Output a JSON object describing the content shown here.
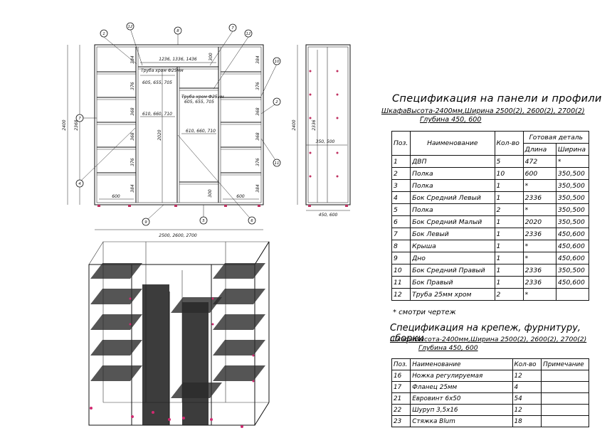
{
  "drawing": {
    "front": {
      "dims": {
        "top_widths": "1236, 1336, 1436",
        "top_height_300": "300",
        "tube_label_1": "Труба хром Ф25мм",
        "tube_widths_1": "605, 655, 705",
        "tube_label_2": "Труба хром Ф25мм",
        "tube_widths_2": "605, 655, 705",
        "shelf_widths_1": "610, 660, 710",
        "shelf_widths_2": "610, 660, 710",
        "height_2020": "2020",
        "height_2400": "2400",
        "height_2368": "2368",
        "left_shelf": "600",
        "right_shelf": "600",
        "bottom_300": "300",
        "total_width": "2500, 2600, 2700",
        "v384a": "384",
        "v376a": "376",
        "v368a": "368",
        "v368b": "368",
        "v376b": "376",
        "v384b": "384",
        "r384a": "384",
        "r376a": "376",
        "r368a": "368",
        "r368b": "368",
        "r376b": "376",
        "r384b": "384"
      },
      "callouts": [
        "1",
        "12",
        "8",
        "7",
        "12",
        "10",
        "7",
        "2",
        "4",
        "11",
        "9",
        "5",
        "6"
      ]
    },
    "side": {
      "dims": {
        "height_2400": "2400",
        "height_2336": "2336",
        "depth_350_500": "350, 500",
        "depth_450_600": "450, 600"
      }
    }
  },
  "spec1": {
    "title": "Спецификация на панели и профили",
    "subtitle": "ШкафаВысота-2400мм,Ширина 2500(2), 2600(2), 2700(2)",
    "subtitle2": "Глубина 450, 600",
    "headers": {
      "pos": "Поз.",
      "name": "Наименование",
      "qty": "Кол-во",
      "ready": "Готовая деталь",
      "length": "Длина",
      "width": "Ширина"
    },
    "rows": [
      [
        "1",
        "ДВП",
        "5",
        "472",
        "*"
      ],
      [
        "2",
        "Полка",
        "10",
        "600",
        "350,500"
      ],
      [
        "3",
        "Полка",
        "1",
        "*",
        "350,500"
      ],
      [
        "4",
        "Бок Средний Левый",
        "1",
        "2336",
        "350,500"
      ],
      [
        "5",
        "Полка",
        "2",
        "*",
        "350,500"
      ],
      [
        "6",
        "Бок Средний Малый",
        "1",
        "2020",
        "350,500"
      ],
      [
        "7",
        "Бок Левый",
        "1",
        "2336",
        "450,600"
      ],
      [
        "8",
        "Крыша",
        "1",
        "*",
        "450,600"
      ],
      [
        "9",
        "Дно",
        "1",
        "*",
        "450,600"
      ],
      [
        "10",
        "Бок Средний Правый",
        "1",
        "2336",
        "350,500"
      ],
      [
        "11",
        "Бок Правый",
        "1",
        "2336",
        "450,600"
      ],
      [
        "12",
        "Труба 25мм хром",
        "2",
        "*",
        ""
      ]
    ],
    "note": "*  смотри чертеж"
  },
  "spec2": {
    "title": "Спецификация на крепеж, фурнитуру, сборки",
    "subtitle": "ШкафаВысота-2400мм,Ширина 2500(2), 2600(2), 2700(2)",
    "subtitle2": "Глубина 450, 600",
    "headers": {
      "pos": "Поз.",
      "name": "Наименование",
      "qty": "Кол-во",
      "note": "Примечание"
    },
    "rows": [
      [
        "16",
        "Ножка регулируемая",
        "12",
        ""
      ],
      [
        "17",
        "Фланец 25мм",
        "4",
        ""
      ],
      [
        "21",
        "Евровинт 6х50",
        "54",
        ""
      ],
      [
        "22",
        "Шуруп 3,5х16",
        "12",
        ""
      ],
      [
        "23",
        "Стяжка Blum",
        "18",
        ""
      ]
    ]
  }
}
